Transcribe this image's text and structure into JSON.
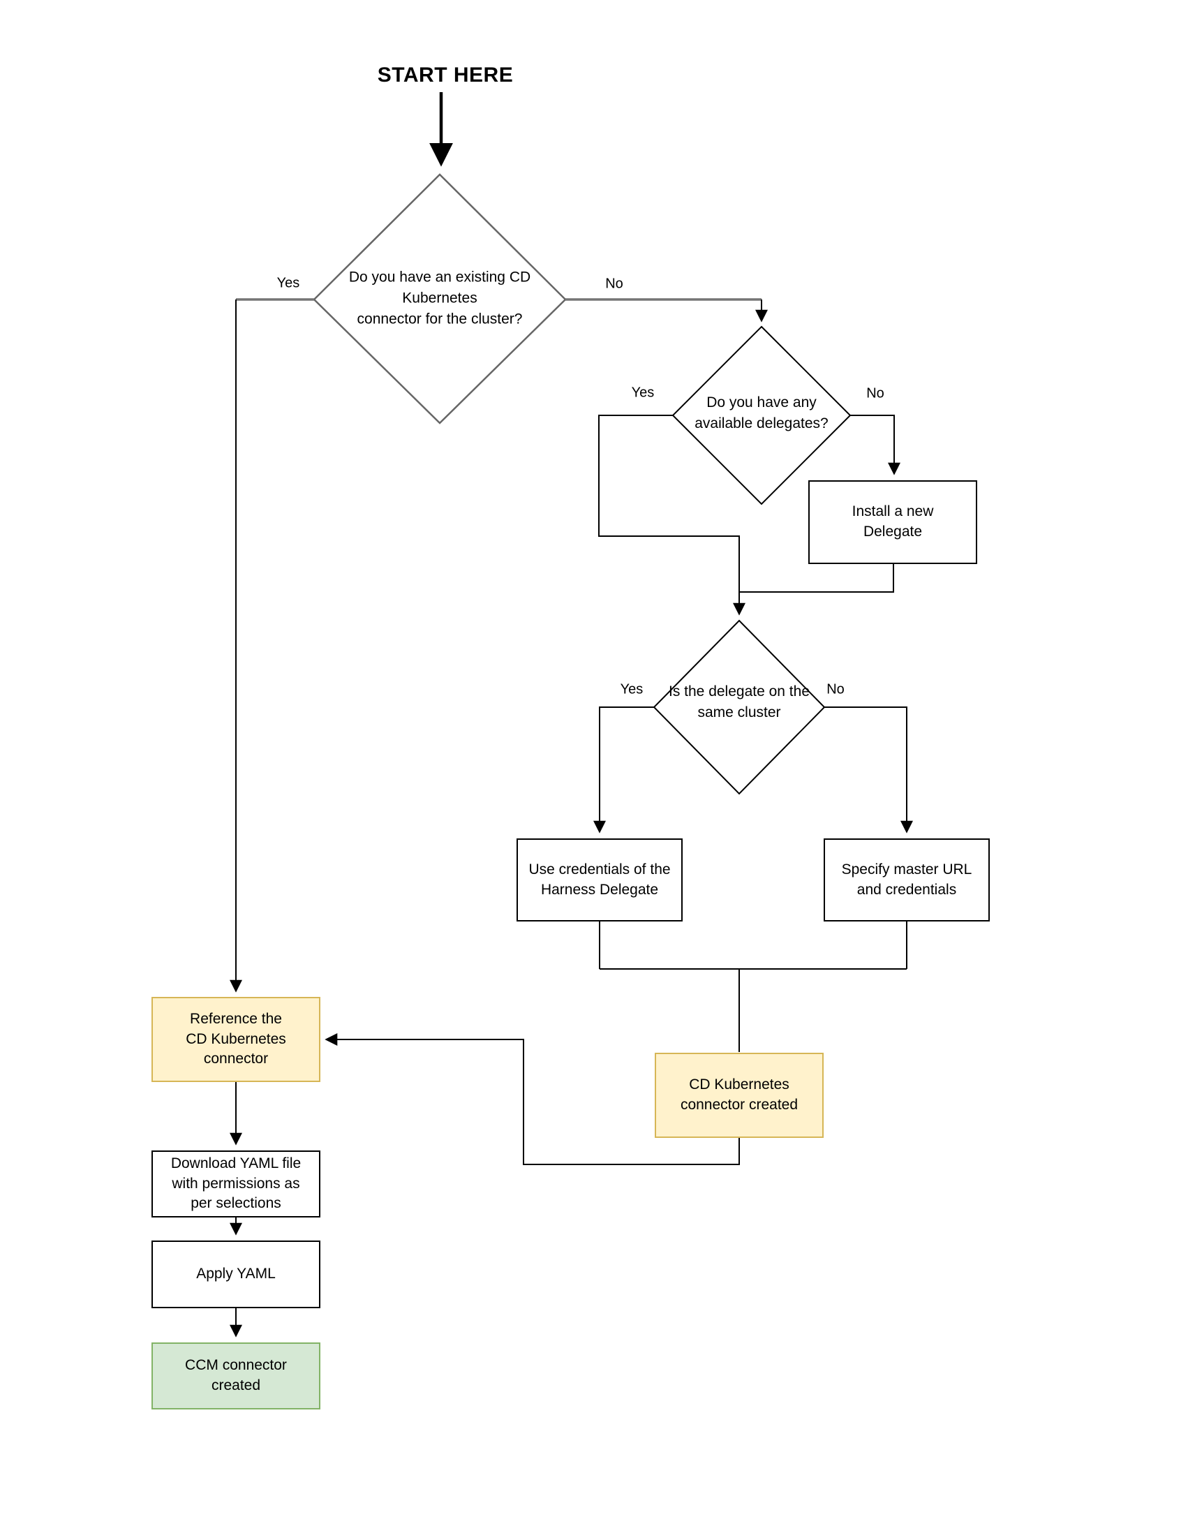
{
  "title": "START HERE",
  "nodes": {
    "existing_connector_question": "Do you have an existing CD\nKubernetes\nconnector for the cluster?",
    "available_delegates_question": "Do you have any\navailable delegates?",
    "install_new_delegate": "Install a new\nDelegate",
    "same_cluster_question": "Is the delegate on the\nsame cluster",
    "use_delegate_credentials": "Use credentials of the\nHarness Delegate",
    "specify_master_url": "Specify master URL\nand credentials",
    "cd_connector_created": "CD Kubernetes\nconnector created",
    "reference_connector": "Reference the\nCD Kubernetes\nconnector",
    "download_yaml": "Download YAML file\nwith permissions as\nper selections",
    "apply_yaml": "Apply YAML",
    "ccm_connector_created": "CCM connector\ncreated"
  },
  "edges": {
    "existing_yes": "Yes",
    "existing_no": "No",
    "delegates_yes": "Yes",
    "delegates_no": "No",
    "same_cluster_yes": "Yes",
    "same_cluster_no": "No"
  },
  "colors": {
    "connector_box_fill": "#fff2cc",
    "connector_box_border": "#d6b656",
    "success_box_fill": "#d5e8d4",
    "success_box_border": "#82b366",
    "line_color": "#000000",
    "start_diamond_stroke": "#666666"
  }
}
